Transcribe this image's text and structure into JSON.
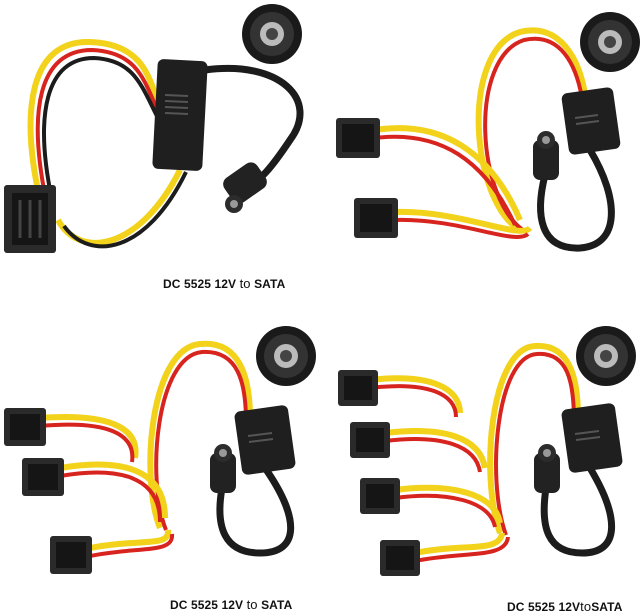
{
  "captions": {
    "panel_1": {
      "part1": "DC 5525 12V ",
      "to": "to",
      "part2": " SATA"
    },
    "panel_3": {
      "part1": "DC 5525 12V ",
      "to": "to",
      "part2": " SATA"
    },
    "panel_4": {
      "part1": "DC 5525 12V",
      "to": "to",
      "part2": "SATA"
    }
  },
  "colors": {
    "yellow_wire": "#f2d21a",
    "red_wire": "#d8241e",
    "black_wire": "#1c1c1c",
    "connector": "#2a2a2a",
    "background": "#ffffff"
  }
}
